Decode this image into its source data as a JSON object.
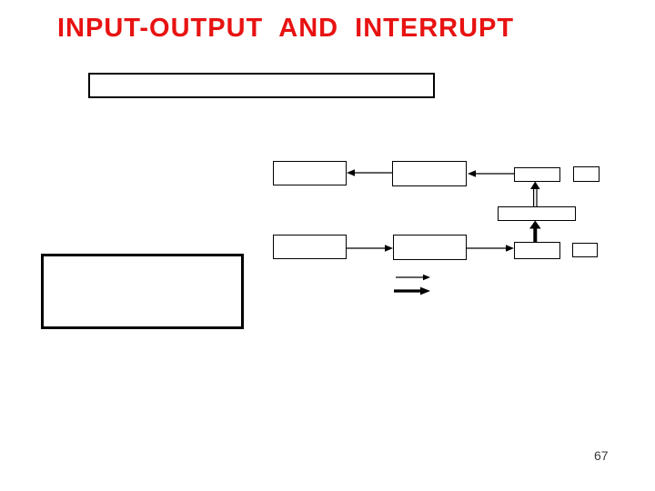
{
  "slide": {
    "title": "INPUT-OUTPUT AND INTERRUPT",
    "page_number": "67"
  },
  "colors": {
    "title_red": "#e81212",
    "diagram_black": "#000000",
    "background": "#ffffff"
  },
  "diagram": {
    "header_box_label": "",
    "large_box_label": "",
    "boxes": [
      {
        "id": "top-left",
        "label": ""
      },
      {
        "id": "top-middle",
        "label": ""
      },
      {
        "id": "top-right",
        "label": ""
      },
      {
        "id": "top-far-right",
        "label": ""
      },
      {
        "id": "middle-wide",
        "label": ""
      },
      {
        "id": "bottom-left",
        "label": ""
      },
      {
        "id": "bottom-middle",
        "label": ""
      },
      {
        "id": "bottom-right",
        "label": ""
      },
      {
        "id": "bottom-far-right",
        "label": ""
      }
    ],
    "arrows": [
      {
        "name": "top-middle-to-top-left",
        "style": "thin",
        "direction": "left"
      },
      {
        "name": "top-right-to-top-middle",
        "style": "thin",
        "direction": "left"
      },
      {
        "name": "middle-wide-to-top-right",
        "style": "double-line",
        "direction": "up"
      },
      {
        "name": "bottom-right-to-middle-wide",
        "style": "thick",
        "direction": "up"
      },
      {
        "name": "bottom-left-to-bottom-middle",
        "style": "thin",
        "direction": "right"
      },
      {
        "name": "bottom-middle-to-bottom-right",
        "style": "thin",
        "direction": "right"
      },
      {
        "name": "legend-thin-arrow",
        "style": "thin",
        "direction": "right"
      },
      {
        "name": "legend-thick-arrow",
        "style": "thick",
        "direction": "right"
      }
    ]
  }
}
